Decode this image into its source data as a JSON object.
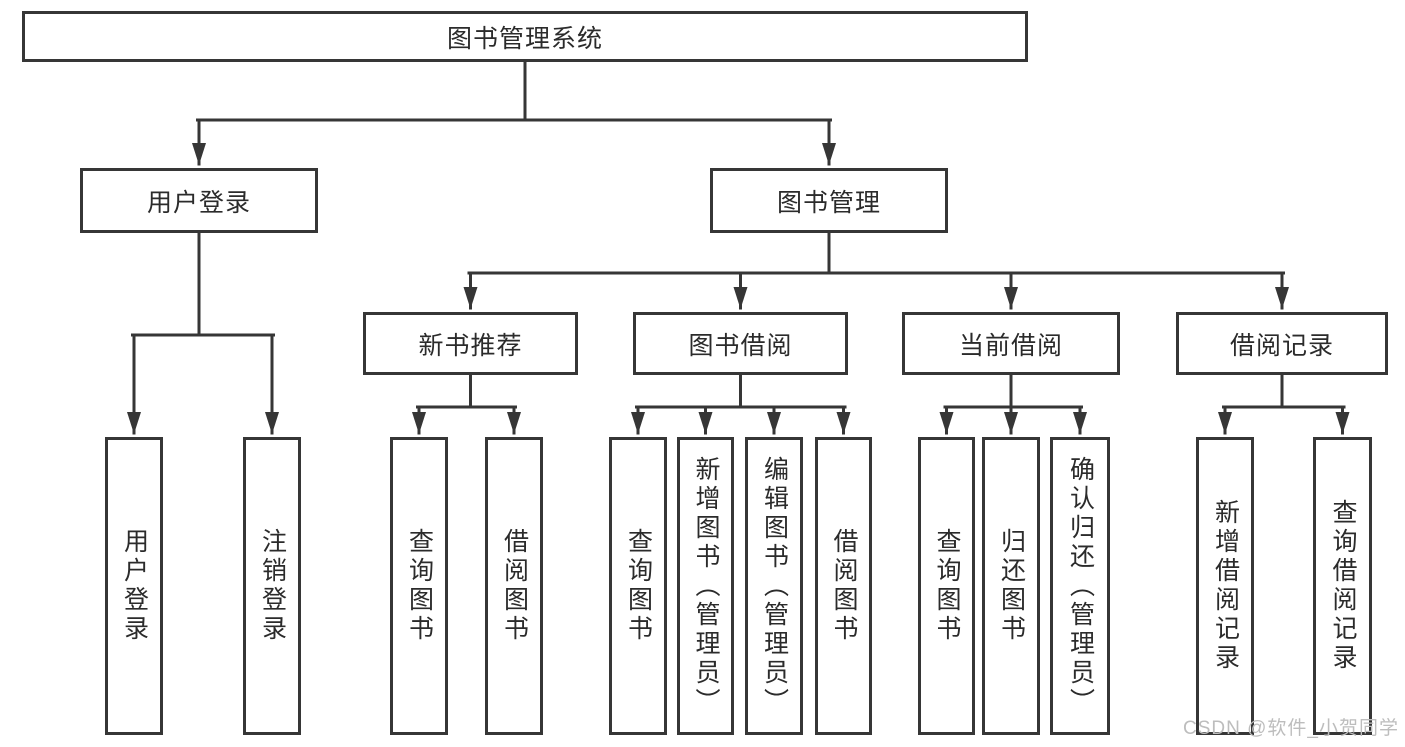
{
  "diagram": {
    "root": {
      "label": "图书管理系统"
    },
    "level2": [
      {
        "label": "用户登录"
      },
      {
        "label": "图书管理"
      }
    ],
    "level3": [
      {
        "label": "新书推荐"
      },
      {
        "label": "图书借阅"
      },
      {
        "label": "当前借阅"
      },
      {
        "label": "借阅记录"
      }
    ],
    "leaves": {
      "login": [
        "用户登录",
        "注销登录"
      ],
      "recommend": [
        "查询图书",
        "借阅图书"
      ],
      "borrow": [
        "查询图书",
        "新增图书（管理员）",
        "编辑图书（管理员）",
        "借阅图书"
      ],
      "current": [
        "查询图书",
        "归还图书",
        "确认归还（管理员）"
      ],
      "record": [
        "新增借阅记录",
        "查询借阅记录"
      ]
    },
    "colors": {
      "line": "#363636",
      "text": "#2b2b2b",
      "background": "#ffffff"
    }
  },
  "watermark": {
    "text": "CSDN @软件_小贺同学",
    "color": "#bdbdbd"
  }
}
